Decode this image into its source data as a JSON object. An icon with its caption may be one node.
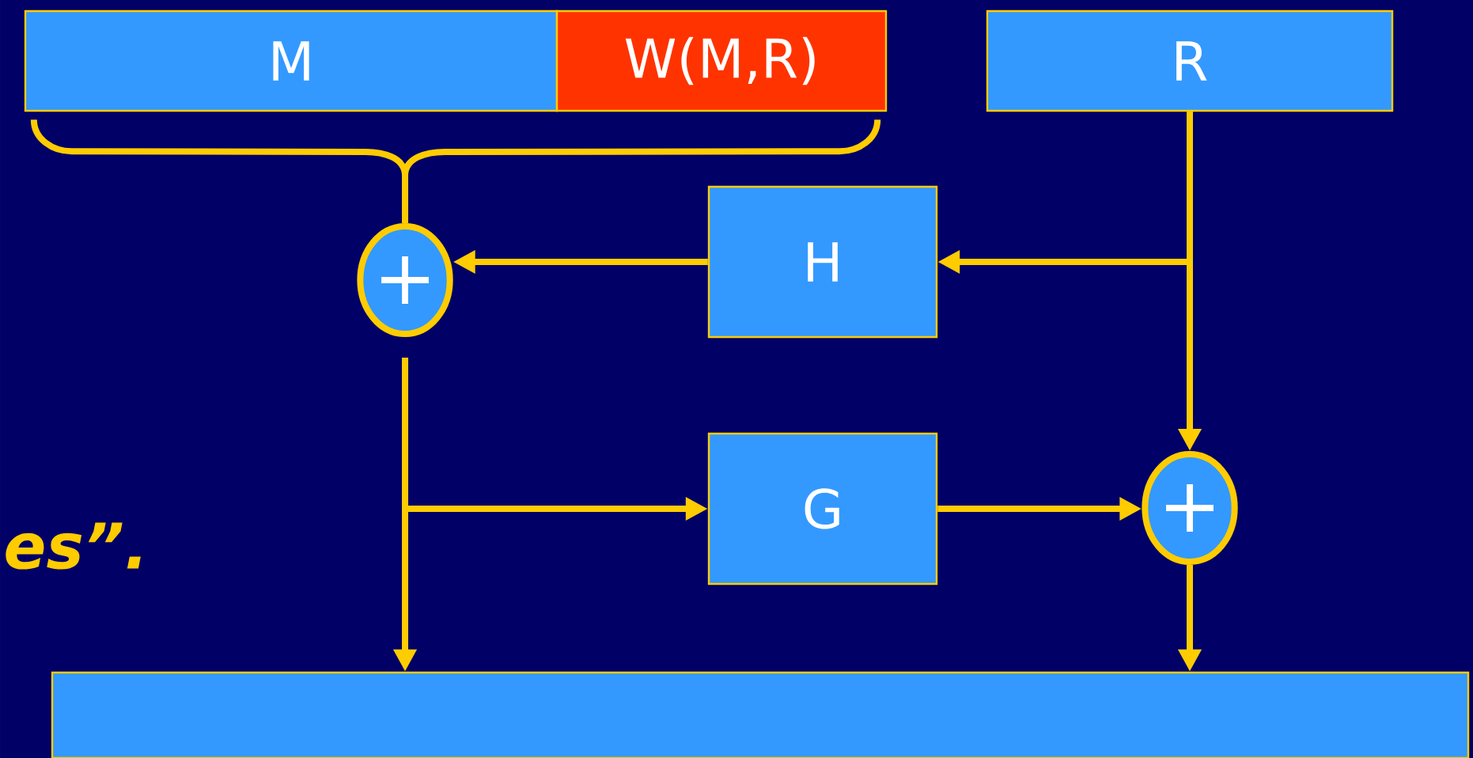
{
  "diagram": {
    "nodes": [
      {
        "text": [
          "M"
        ]
      },
      {
        "text": [
          "W(M,R)"
        ]
      },
      {
        "text": [
          "R"
        ]
      },
      {
        "text": [
          "H"
        ]
      },
      {
        "text": [
          "+"
        ]
      },
      {
        "text": [
          "G"
        ]
      },
      {
        "text": [
          "+"
        ]
      },
      {
        "text": [],
        "shape": "bar"
      }
    ],
    "edges": [
      {
        "from": 0,
        "to": 4,
        "arrow": "none"
      },
      {
        "from": 1,
        "to": 4,
        "arrow": "none"
      },
      {
        "from": 2,
        "to": 3,
        "arrow": "to"
      },
      {
        "from": 2,
        "to": 6,
        "arrow": "to"
      },
      {
        "from": 3,
        "to": 4,
        "arrow": "to"
      },
      {
        "from": 4,
        "to": 5,
        "arrow": "to"
      },
      {
        "from": 4,
        "to": 7,
        "arrow": "to"
      },
      {
        "from": 5,
        "to": 6,
        "arrow": "to"
      },
      {
        "from": 6,
        "to": 7,
        "arrow": "to"
      }
    ],
    "labels": [
      "es”."
    ]
  }
}
